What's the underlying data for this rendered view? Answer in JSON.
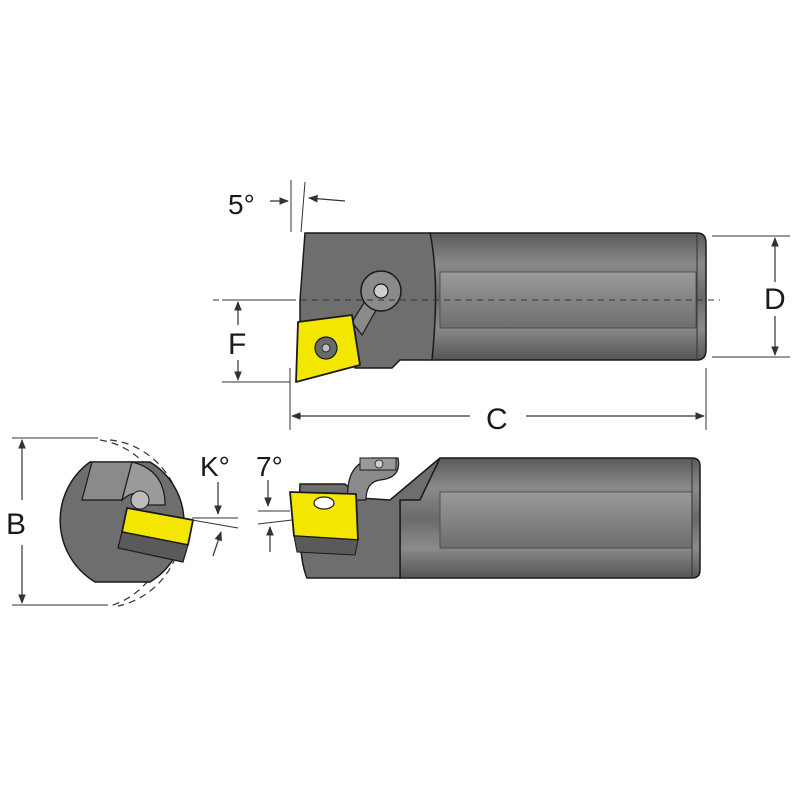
{
  "labels": {
    "angle_top": "5°",
    "dim_f": "F",
    "dim_d": "D",
    "dim_c": "C",
    "dim_b": "B",
    "angle_k": "K°",
    "angle_7": "7°"
  },
  "colors": {
    "body_dark": "#5f5f5f",
    "body_mid": "#7d7d7d",
    "body_light": "#a8a8a8",
    "insert_yellow": "#f3e600",
    "outline": "#1a1a1a",
    "dim_line": "#333333"
  }
}
